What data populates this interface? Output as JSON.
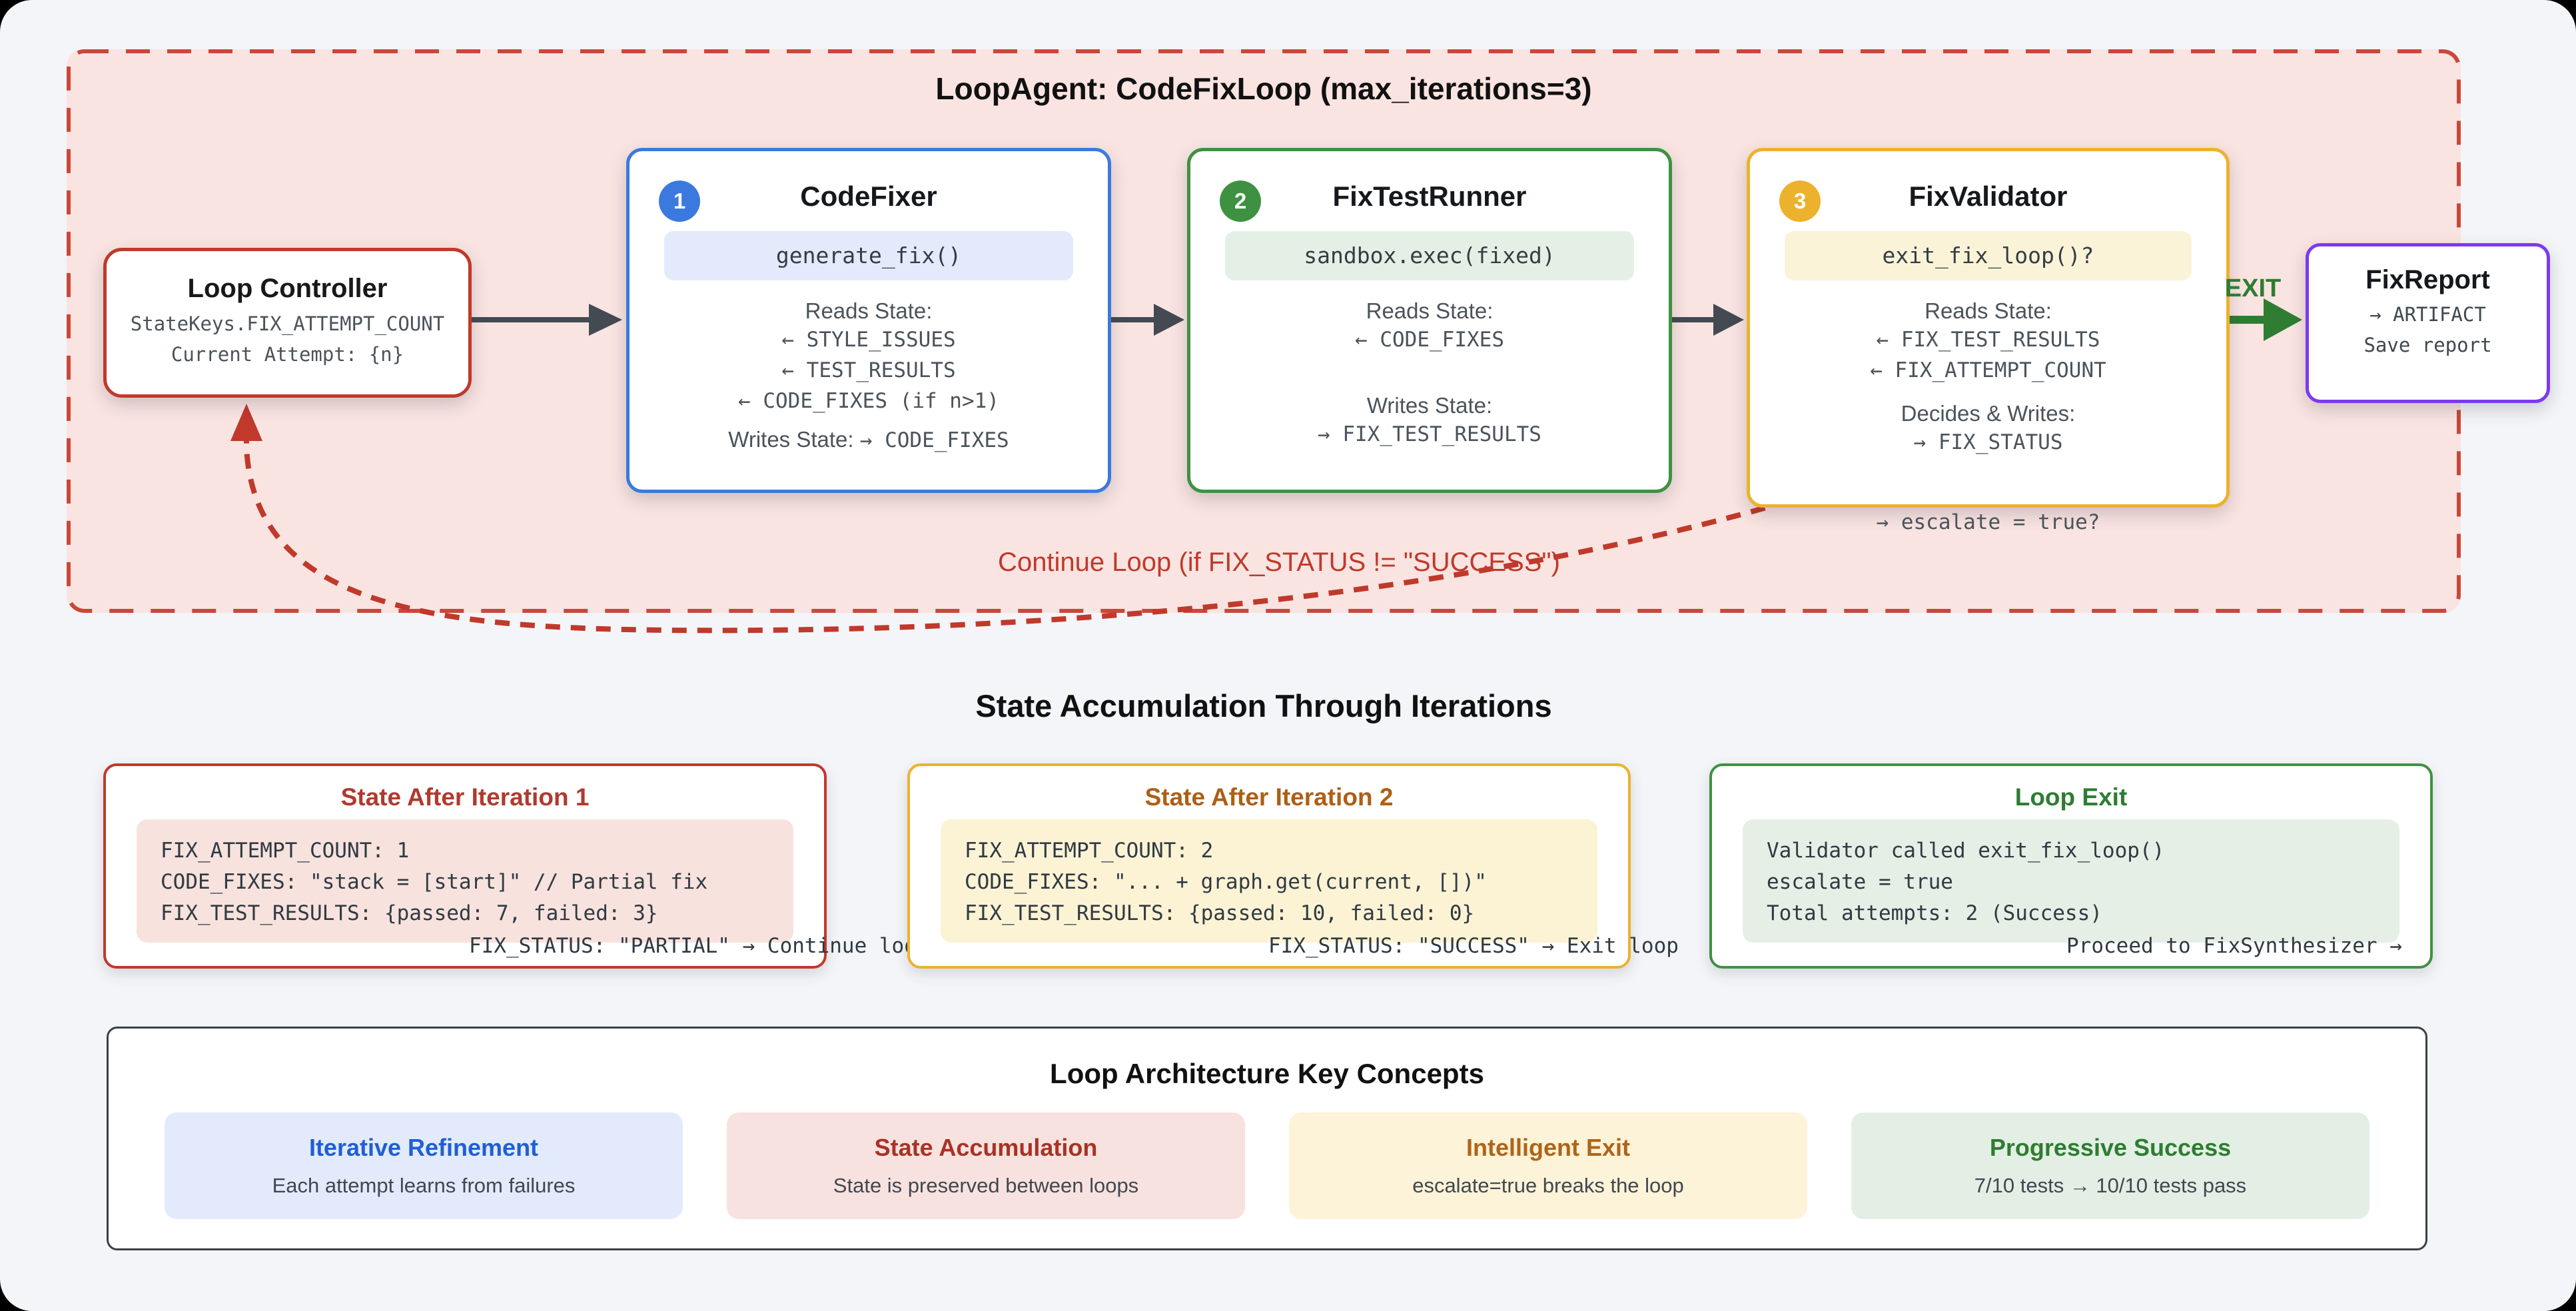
{
  "diagram": {
    "container_title": "LoopAgent: CodeFixLoop (max_iterations=3)",
    "continue_label": "Continue Loop (if FIX_STATUS != \"SUCCESS\")",
    "exit_label": "EXIT",
    "controller": {
      "title": "Loop Controller",
      "line1": "StateKeys.FIX_ATTEMPT_COUNT",
      "line2": "Current Attempt: {n}"
    },
    "codefixer": {
      "badge": "1",
      "title": "CodeFixer",
      "code": "generate_fix()",
      "reads_label": "Reads State:",
      "read1": "← STYLE_ISSUES",
      "read2": "← TEST_RESULTS",
      "read3": "← CODE_FIXES (if n>1)",
      "writes_label": "Writes State:",
      "writes_value": "→ CODE_FIXES"
    },
    "testrunner": {
      "badge": "2",
      "title": "FixTestRunner",
      "code": "sandbox.exec(fixed)",
      "reads_label": "Reads State:",
      "read1": "← CODE_FIXES",
      "writes_label": "Writes State:",
      "write1": "→ FIX_TEST_RESULTS"
    },
    "validator": {
      "badge": "3",
      "title": "FixValidator",
      "code": "exit_fix_loop()?",
      "reads_label": "Reads State:",
      "read1": "← FIX_TEST_RESULTS",
      "read2": "← FIX_ATTEMPT_COUNT",
      "decides_label": "Decides & Writes:",
      "write1": "→ FIX_STATUS",
      "write2": "→ escalate = true?"
    },
    "report": {
      "title": "FixReport",
      "line1": "→ ARTIFACT",
      "line2": "Save report"
    }
  },
  "states": {
    "heading": "State Accumulation Through Iterations",
    "boxes": [
      {
        "title": "State After Iteration 1",
        "lines": [
          "FIX_ATTEMPT_COUNT: 1",
          "CODE_FIXES: \"stack = [start]\" // Partial fix",
          "FIX_TEST_RESULTS: {passed: 7, failed: 3}"
        ],
        "overflow": "FIX_STATUS: \"PARTIAL\" → Continue loop"
      },
      {
        "title": "State After Iteration 2",
        "lines": [
          "FIX_ATTEMPT_COUNT: 2",
          "CODE_FIXES: \"... + graph.get(current, [])\"",
          "FIX_TEST_RESULTS: {passed: 10, failed: 0}"
        ],
        "overflow": "FIX_STATUS: \"SUCCESS\" → Exit loop"
      },
      {
        "title": "Loop Exit",
        "lines": [
          "Validator called exit_fix_loop()",
          "escalate = true",
          "Total attempts: 2 (Success)"
        ],
        "overflow": "Proceed to FixSynthesizer →"
      }
    ]
  },
  "concepts": {
    "heading": "Loop Architecture Key Concepts",
    "items": [
      {
        "title": "Iterative Refinement",
        "desc": "Each attempt learns from failures"
      },
      {
        "title": "State Accumulation",
        "desc": "State is preserved between loops"
      },
      {
        "title": "Intelligent Exit",
        "desc": "escalate=true breaks the loop"
      },
      {
        "title": "Progressive Success",
        "desc": "7/10 tests → 10/10 tests pass"
      }
    ]
  },
  "colors": {
    "red_accent": "#c0392b",
    "blue_accent": "#3c79de",
    "green_accent": "#3f9142",
    "amber_accent": "#ecb22e",
    "purple_accent": "#7c3aed",
    "container_bg": "#f9e4e1",
    "page_bg": "#f3f5f8"
  }
}
